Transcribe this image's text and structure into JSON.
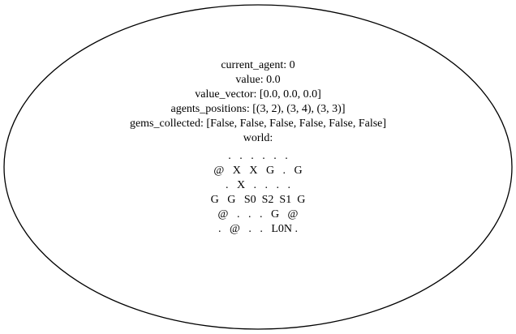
{
  "node": {
    "current_agent": "current_agent: 0",
    "value": "value: 0.0",
    "value_vector": "value_vector: [0.0, 0.0, 0.0]",
    "agents_positions": "agents_positions: [(3, 2), (3, 4), (3, 3)]",
    "gems_collected": "gems_collected: [False, False, False, False, False, False]",
    "world_label": "world:",
    "world_rows": [
      ".   .   .   .   .   .",
      "@   X   X   G   .   G",
      ".   X   .   .   .   .",
      "G   G   S0  S2  S1  G",
      "@   .   .   .   G   @",
      ".   @   .   .   L0N ."
    ]
  },
  "style": {
    "stroke": "#000000",
    "fill": "#ffffff"
  }
}
